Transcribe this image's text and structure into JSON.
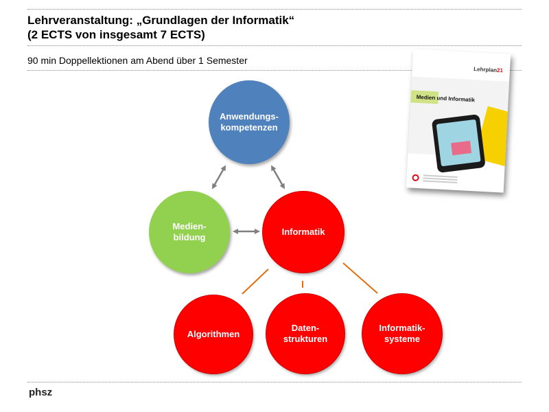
{
  "slide": {
    "title_line1": "Lehrveranstaltung: „Grundlagen der Informatik“",
    "title_line2": "(2 ECTS von insgesamt 7 ECTS)",
    "subtitle": "90 min Doppellektionen am Abend über 1 Semester",
    "footer": "phsz"
  },
  "diagram": {
    "top": "Anwendungs-\nkompetenzen",
    "left": "Medien-\nbildung",
    "center": "Informatik",
    "bottom_left": "Algorithmen",
    "bottom_middle": "Daten-\nstrukturen",
    "bottom_right": "Informatik-\nsysteme"
  },
  "book": {
    "logo": "Lehrplan",
    "logo_number": "21",
    "title": "Medien und Informatik"
  },
  "colors": {
    "blue": "#4f81bd",
    "green": "#92d050",
    "red": "#ff0000",
    "arrow": "#7f7f7f",
    "connector": "#e46c0a"
  }
}
